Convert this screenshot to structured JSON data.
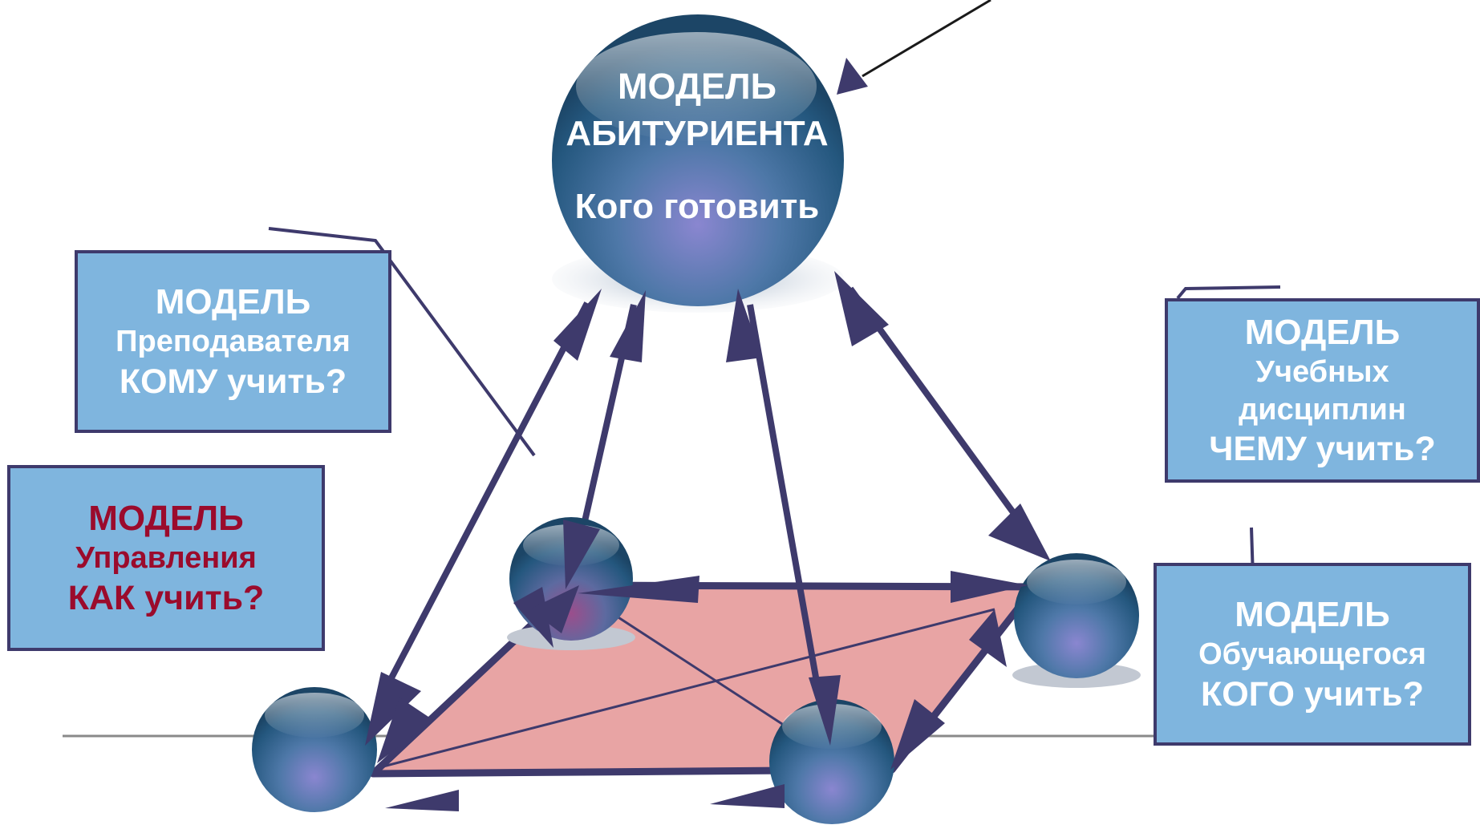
{
  "top_sphere": {
    "title": "МОДЕЛЬ",
    "subtitle": "АБИТУРИЕНТА",
    "question": "Кого готовить"
  },
  "boxes": {
    "teacher": {
      "title": "МОДЕЛЬ",
      "subtitle": "Преподавателя",
      "question": "КОМУ учить?"
    },
    "management": {
      "title": "МОДЕЛЬ",
      "subtitle": "Управления",
      "question": "КАК учить?"
    },
    "disciplines": {
      "title": "МОДЕЛЬ",
      "subtitle1": "Учебных",
      "subtitle2": "дисциплин",
      "question": "ЧЕМУ учить?"
    },
    "student": {
      "title": "МОДЕЛЬ",
      "subtitle": "Обучающегося",
      "question": "КОГО учить?"
    }
  },
  "colors": {
    "box_fill": "#7fb5de",
    "box_border": "#3e3a6c",
    "base_plane": "#e8a4a4",
    "arrow": "#3e3a6c",
    "sphere_dark": "#24577e",
    "sphere_light": "#8a86d0",
    "management_text": "#9b0b2c"
  }
}
